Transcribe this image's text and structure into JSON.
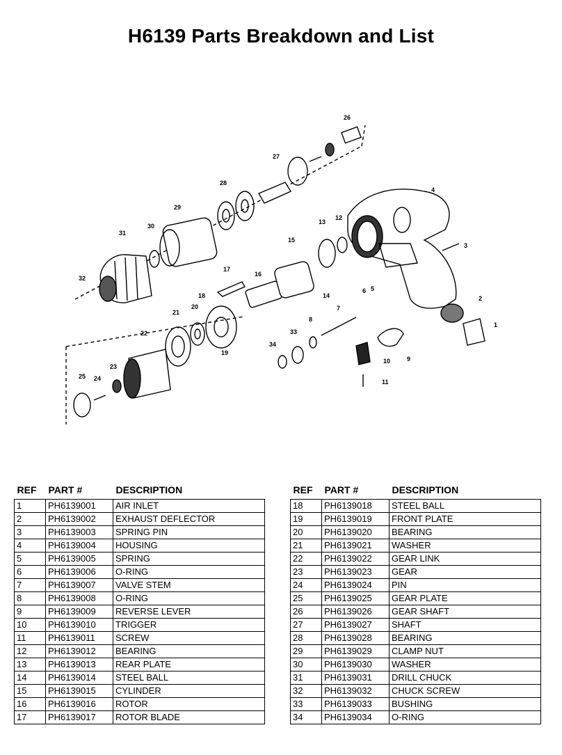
{
  "page": {
    "title": "H6139 Parts Breakdown and List"
  },
  "diagram": {
    "callouts": [
      "1",
      "2",
      "3",
      "4",
      "5",
      "6",
      "7",
      "8",
      "9",
      "10",
      "11",
      "12",
      "13",
      "14",
      "15",
      "16",
      "17",
      "18",
      "19",
      "20",
      "21",
      "22",
      "23",
      "24",
      "25",
      "26",
      "27",
      "28",
      "29",
      "30",
      "31",
      "32",
      "33",
      "34"
    ]
  },
  "table": {
    "headers": {
      "ref": "REF",
      "part": "PART #",
      "desc": "DESCRIPTION"
    },
    "left_rows": [
      {
        "ref": "1",
        "part": "PH6139001",
        "desc": "AIR INLET"
      },
      {
        "ref": "2",
        "part": "PH6139002",
        "desc": "EXHAUST DEFLECTOR"
      },
      {
        "ref": "3",
        "part": "PH6139003",
        "desc": "SPRING PIN"
      },
      {
        "ref": "4",
        "part": "PH6139004",
        "desc": "HOUSING"
      },
      {
        "ref": "5",
        "part": "PH6139005",
        "desc": "SPRING"
      },
      {
        "ref": "6",
        "part": "PH6139006",
        "desc": "O-RING"
      },
      {
        "ref": "7",
        "part": "PH6139007",
        "desc": "VALVE STEM"
      },
      {
        "ref": "8",
        "part": "PH6139008",
        "desc": "O-RING"
      },
      {
        "ref": "9",
        "part": "PH6139009",
        "desc": "REVERSE LEVER"
      },
      {
        "ref": "10",
        "part": "PH6139010",
        "desc": "TRIGGER"
      },
      {
        "ref": "11",
        "part": "PH6139011",
        "desc": "SCREW"
      },
      {
        "ref": "12",
        "part": "PH6139012",
        "desc": "BEARING"
      },
      {
        "ref": "13",
        "part": "PH6139013",
        "desc": "REAR PLATE"
      },
      {
        "ref": "14",
        "part": "PH6139014",
        "desc": "STEEL BALL"
      },
      {
        "ref": "15",
        "part": "PH6139015",
        "desc": "CYLINDER"
      },
      {
        "ref": "16",
        "part": "PH6139016",
        "desc": "ROTOR"
      },
      {
        "ref": "17",
        "part": "PH6139017",
        "desc": "ROTOR BLADE"
      }
    ],
    "right_rows": [
      {
        "ref": "18",
        "part": "PH6139018",
        "desc": "STEEL BALL"
      },
      {
        "ref": "19",
        "part": "PH6139019",
        "desc": "FRONT PLATE"
      },
      {
        "ref": "20",
        "part": "PH6139020",
        "desc": "BEARING"
      },
      {
        "ref": "21",
        "part": "PH6139021",
        "desc": "WASHER"
      },
      {
        "ref": "22",
        "part": "PH6139022",
        "desc": "GEAR LINK"
      },
      {
        "ref": "23",
        "part": "PH6139023",
        "desc": "GEAR"
      },
      {
        "ref": "24",
        "part": "PH6139024",
        "desc": "PIN"
      },
      {
        "ref": "25",
        "part": "PH6139025",
        "desc": "GEAR PLATE"
      },
      {
        "ref": "26",
        "part": "PH6139026",
        "desc": "GEAR SHAFT"
      },
      {
        "ref": "27",
        "part": "PH6139027",
        "desc": "SHAFT"
      },
      {
        "ref": "28",
        "part": "PH6139028",
        "desc": "BEARING"
      },
      {
        "ref": "29",
        "part": "PH6139029",
        "desc": "CLAMP NUT"
      },
      {
        "ref": "30",
        "part": "PH6139030",
        "desc": "WASHER"
      },
      {
        "ref": "31",
        "part": "PH6139031",
        "desc": "DRILL CHUCK"
      },
      {
        "ref": "32",
        "part": "PH6139032",
        "desc": "CHUCK SCREW"
      },
      {
        "ref": "33",
        "part": "PH6139033",
        "desc": "BUSHING"
      },
      {
        "ref": "34",
        "part": "PH6139034",
        "desc": "O-RING"
      }
    ]
  }
}
